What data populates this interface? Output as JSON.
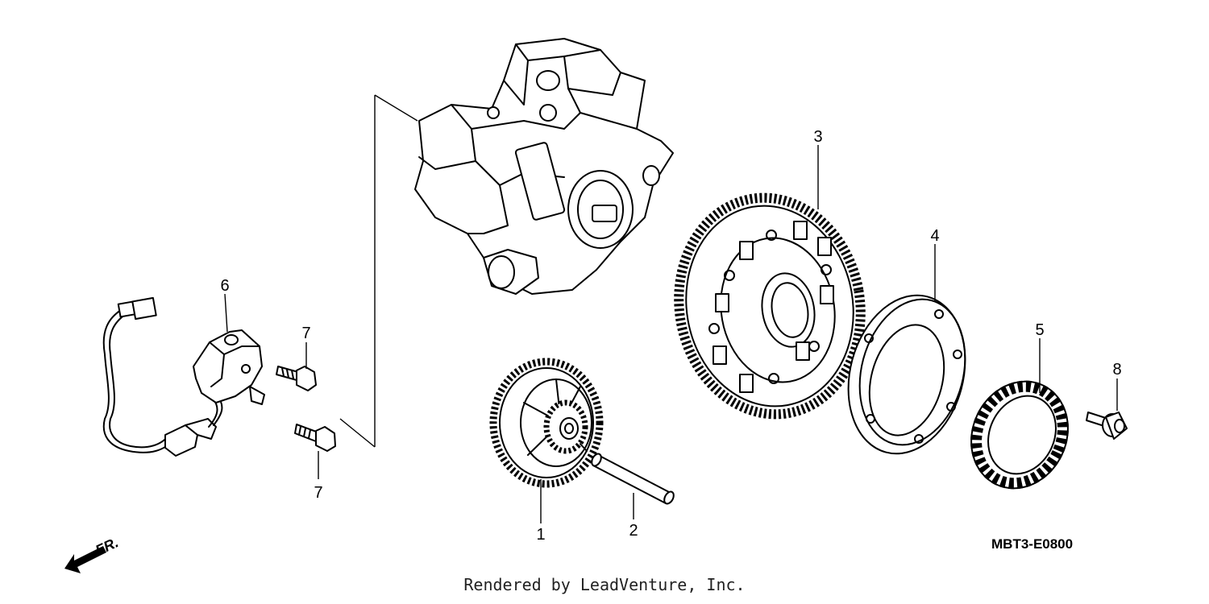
{
  "diagram": {
    "callouts": {
      "p1": "1",
      "p2": "2",
      "p3": "3",
      "p4": "4",
      "p5": "5",
      "p6": "6",
      "p7a": "7",
      "p7b": "7",
      "p8": "8"
    },
    "diagram_code": "MBT3-E0800",
    "front_indicator": "FR.",
    "credit": "Rendered by LeadVenture, Inc."
  },
  "icons": {
    "front": "front-arrow-icon"
  }
}
